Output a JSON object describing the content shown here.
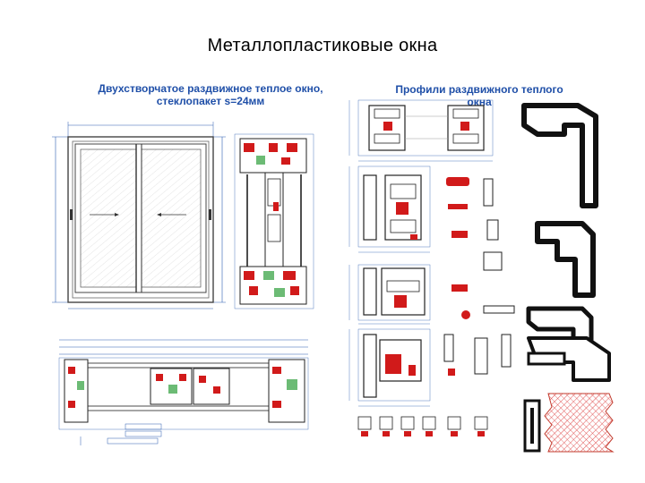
{
  "slide": {
    "title": "Металлопластиковые окна"
  },
  "left_panel": {
    "title_line1": "Двухстворчатое раздвижное теплое окно,",
    "title_line2": "стеклопакет s=24мм"
  },
  "right_panel": {
    "title": "Профили раздвижного теплого окна"
  },
  "colors": {
    "title_blue": "#1f4fa8",
    "profile_red": "#d11a1a",
    "profile_green": "#2e9e3a",
    "profile_black": "#111111",
    "dimension_blue": "#2a5db0",
    "hatch_red": "#e05050"
  }
}
